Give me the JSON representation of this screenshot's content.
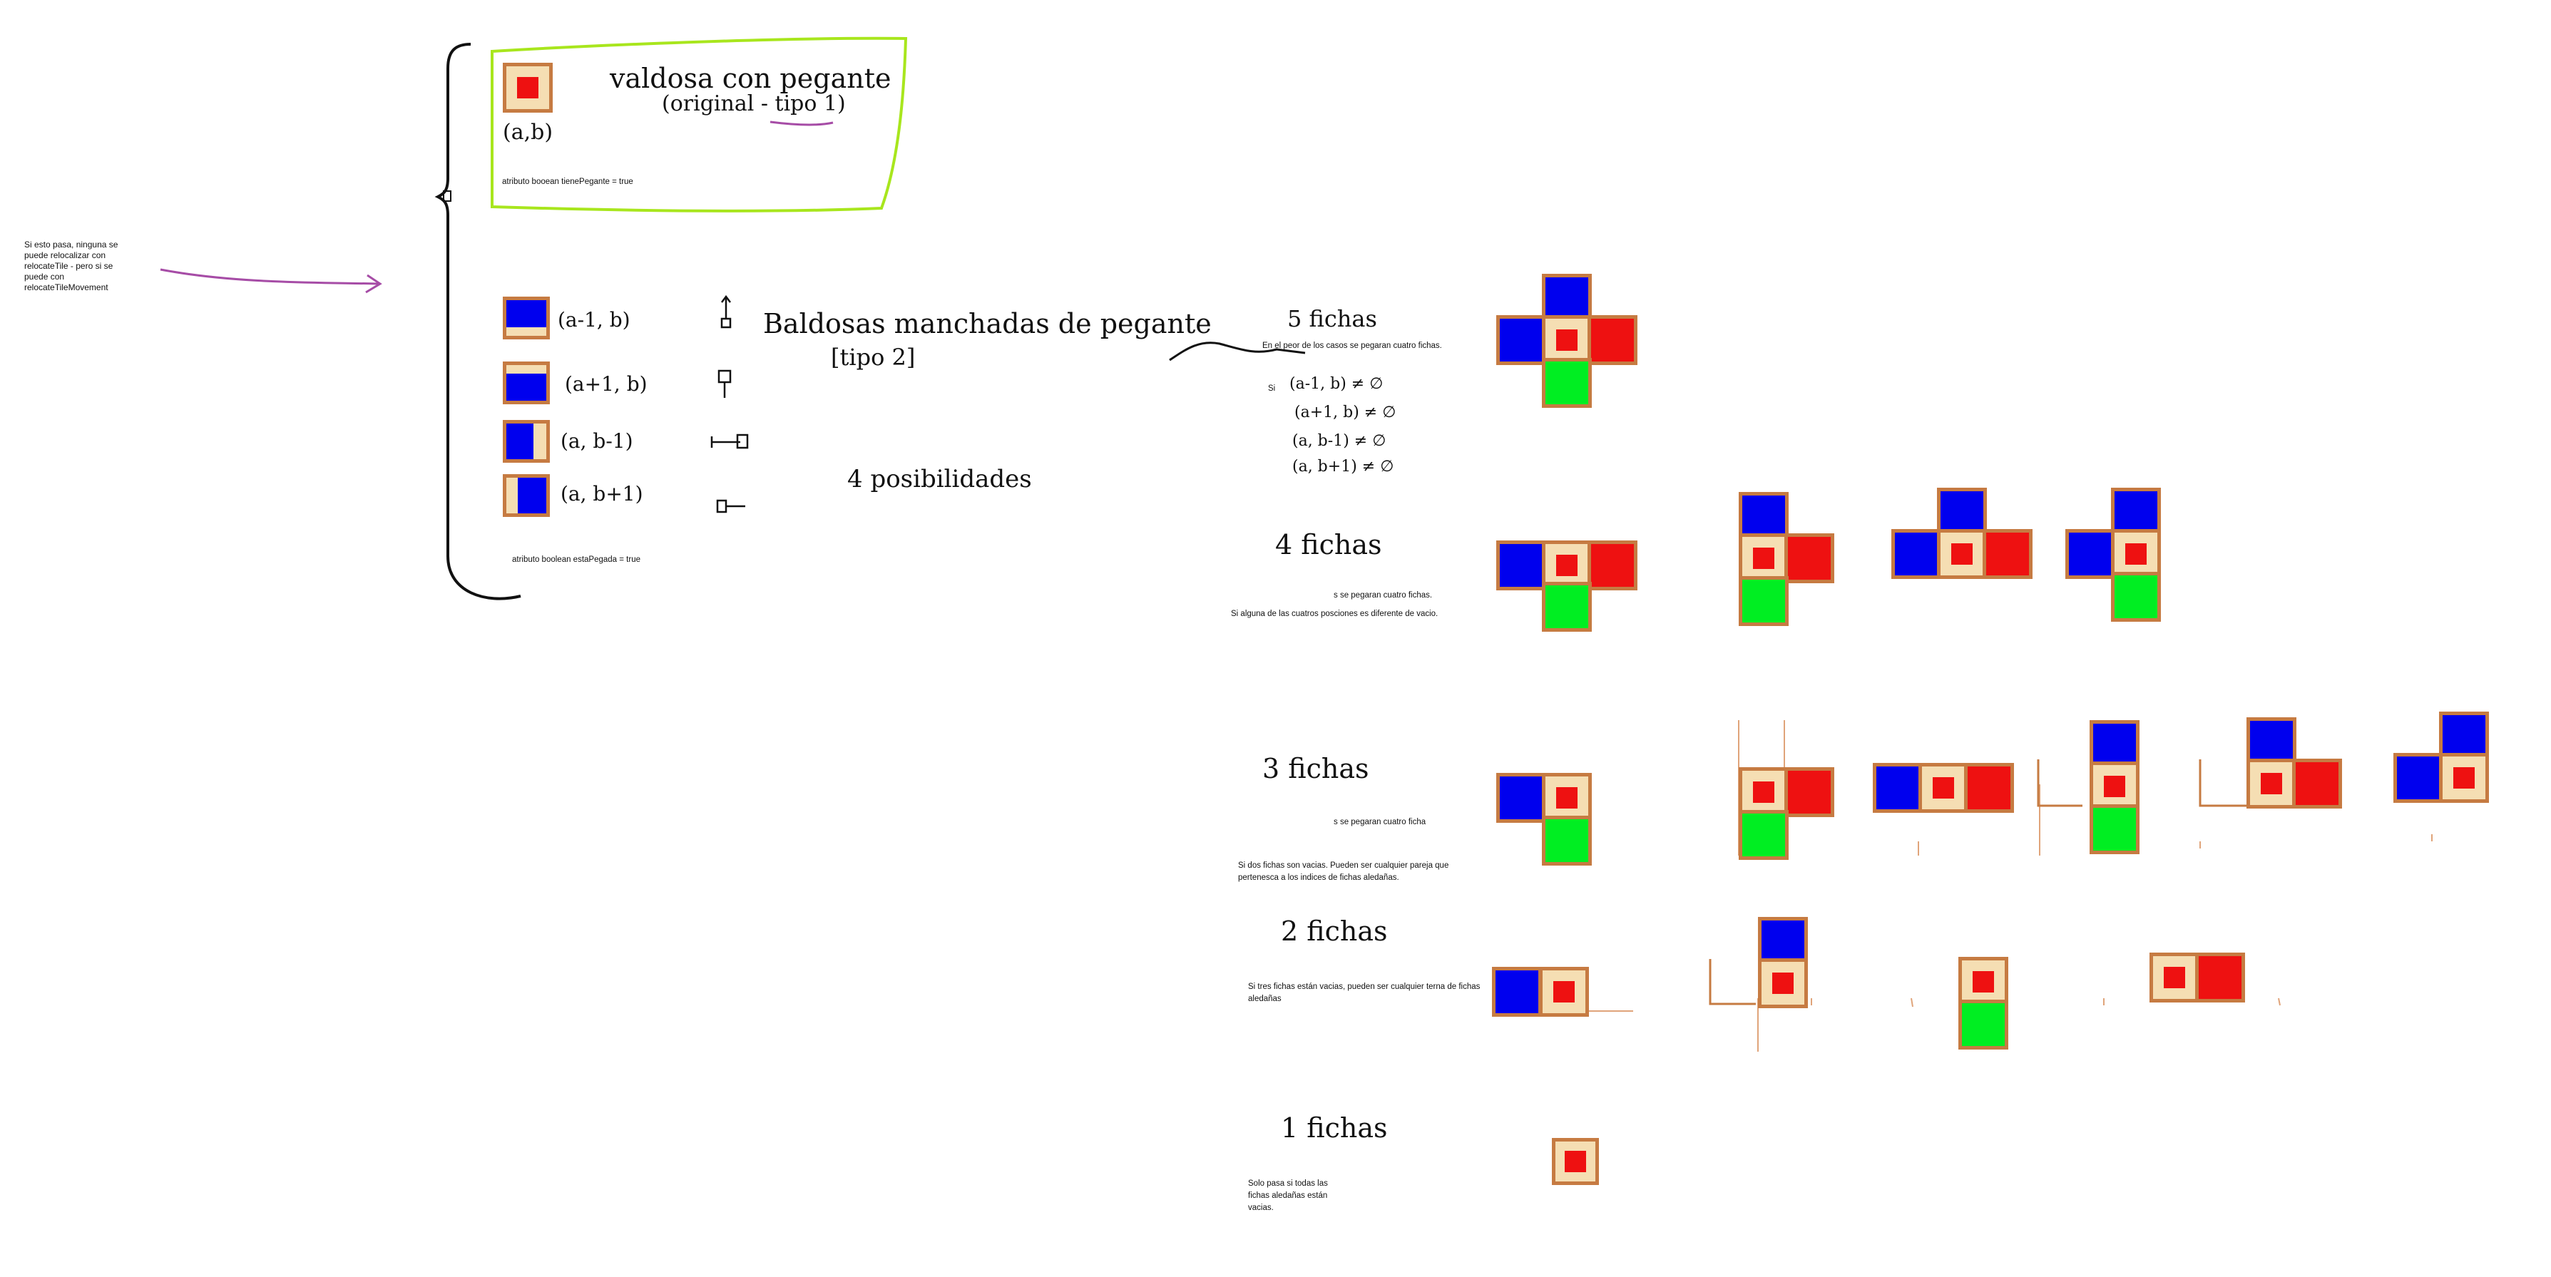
{
  "left_note": "Si esto pasa, ninguna se puede relocalizar con relocateTile - pero si se puede con relocateTileMovement",
  "original_tile": {
    "coord": "(a,b)",
    "title_line1": "valdosa con pegante",
    "title_line2": "(original - tipo 1)",
    "attribute": "atributo booean tienePegante = true"
  },
  "stained": {
    "title_line1": "Baldosas manchadas de pegante",
    "title_line2": "[tipo 2]",
    "possibilities": "4 posibilidades",
    "attribute": "atributo boolean estaPegada = true",
    "coords": [
      "(a-1, b)",
      "(a+1, b)",
      "(a, b-1)",
      "(a, b+1)"
    ]
  },
  "cases": [
    {
      "label": "5 fichas",
      "text": "En el peor de los casos se pegaran cuatro fichas.",
      "si": "Si",
      "conditions": [
        "(a-1, b) ≠ ∅",
        "(a+1, b) ≠ ∅",
        "(a, b-1) ≠ ∅",
        "(a, b+1) ≠ ∅"
      ]
    },
    {
      "label": "4 fichas",
      "text1": "s se pegaran cuatro fichas.",
      "text2": "Si alguna de las cuatros posciones es diferente de vacio."
    },
    {
      "label": "3 fichas",
      "text1": "s se pegaran cuatro ficha",
      "text2": "Si dos fichas son vacias. Pueden ser cualquier pareja que pertenesca a los indices de fichas aledañas."
    },
    {
      "label": "2 fichas",
      "text": "Si tres fichas están vacias, pueden ser cualquier terna de fichas aledañas"
    },
    {
      "label": "1 fichas",
      "text": "Solo pasa si todas las fichas aledañas están vacias."
    }
  ],
  "colors": {
    "tile_border": "#c67b42",
    "tile_base": "#f5deb3",
    "stain_blue": "#0000ee",
    "stain_green": "#00ee22",
    "glue_red": "#ee1111",
    "callout_green": "#a8e61d",
    "arrow_purple": "#a64ca6"
  }
}
